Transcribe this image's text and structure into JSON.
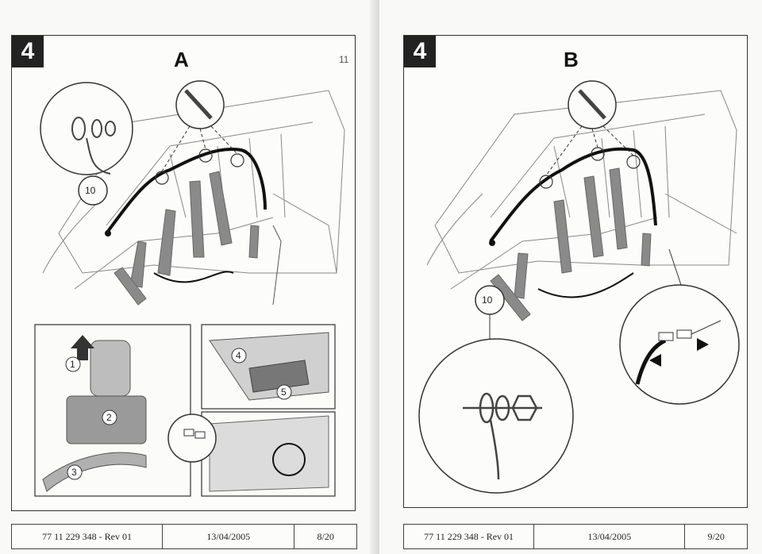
{
  "left_page": {
    "step_number": "4",
    "variant": "A",
    "tool_size": "10",
    "inset_steps": [
      "1",
      "2",
      "3",
      "4",
      "5"
    ],
    "faint_page_number": "11",
    "footer": {
      "reference": "77 11 229 348 - Rev 01",
      "date": "13/04/2005",
      "page": "8/20"
    }
  },
  "right_page": {
    "step_number": "4",
    "variant": "B",
    "tool_size": "10",
    "footer": {
      "reference": "77 11 229 348 - Rev 01",
      "date": "13/04/2005",
      "page": "9/20"
    }
  }
}
